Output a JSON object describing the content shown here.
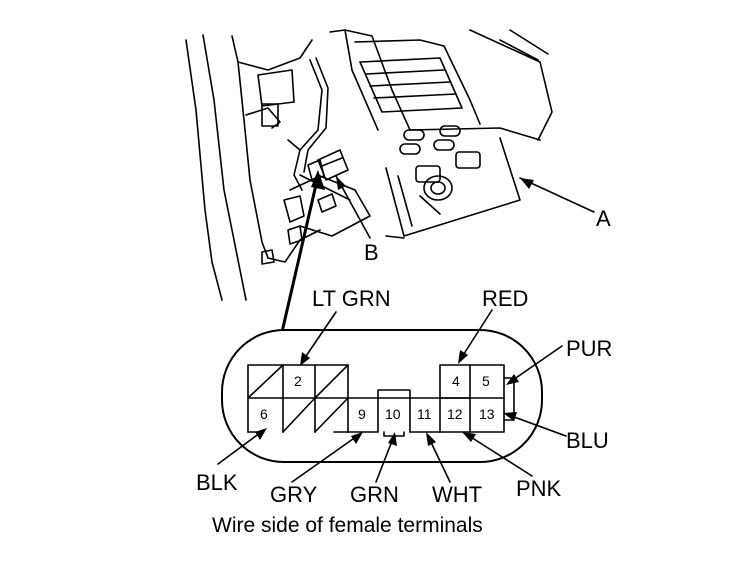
{
  "callouts": {
    "a": "A",
    "b": "B"
  },
  "wires": {
    "lt_grn": "LT GRN",
    "red": "RED",
    "pur": "PUR",
    "blu": "BLU",
    "blk": "BLK",
    "gry": "GRY",
    "grn": "GRN",
    "wht": "WHT",
    "pnk": "PNK"
  },
  "pins": {
    "p2": "2",
    "p4": "4",
    "p5": "5",
    "p6": "6",
    "p9": "9",
    "p10": "10",
    "p11": "11",
    "p12": "12",
    "p13": "13"
  },
  "caption": "Wire side of female terminals"
}
